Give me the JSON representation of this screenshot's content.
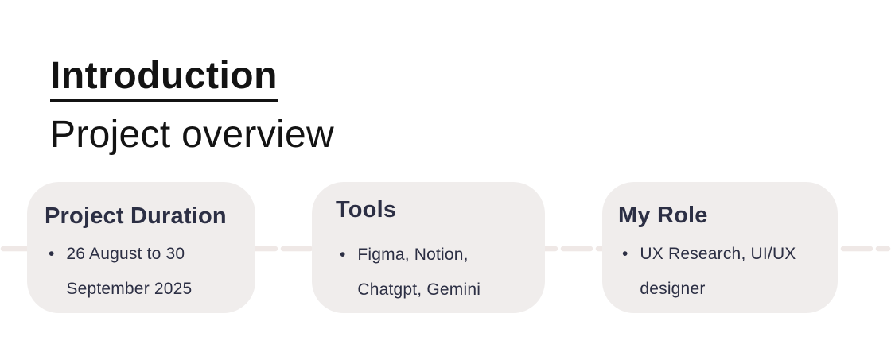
{
  "header": {
    "section_title": "Introduction",
    "page_title": "Project overview"
  },
  "glyphs": {
    "bullet": "•"
  },
  "cards": [
    {
      "title": "Project Duration",
      "bullet": "26 August to 30 September 2025"
    },
    {
      "title": "Tools",
      "bullet": "Figma, Notion, Chatgpt, Gemini"
    },
    {
      "title": "My Role",
      "bullet": "UX Research, UI/UX designer"
    }
  ],
  "colors": {
    "background": "#ffffff",
    "card_background": "#f0edec",
    "card_text": "#2c2f44",
    "heading_text": "#131313",
    "dashed_line": "#efe8e6"
  }
}
